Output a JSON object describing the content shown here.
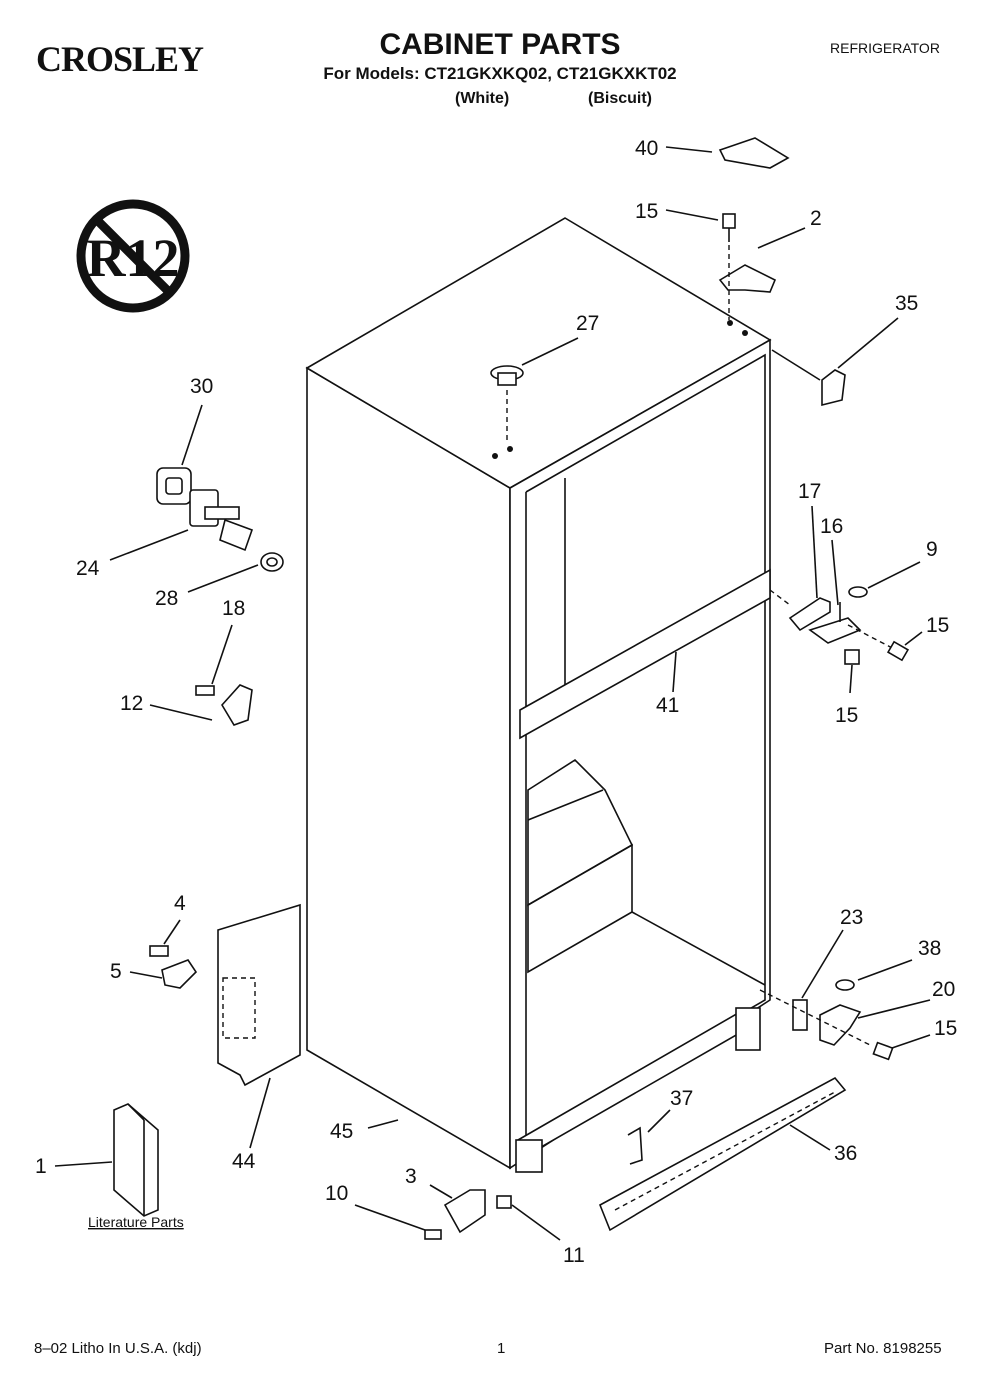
{
  "header": {
    "brand": "CROSLEY",
    "title": "CABINET PARTS",
    "subtitle": "For Models: CT21GKXKQ02, CT21GKXKT02",
    "variant_white": "(White)",
    "variant_biscuit": "(Biscuit)",
    "category": "REFRIGERATOR"
  },
  "badge": {
    "text": "R12"
  },
  "callouts": {
    "c1": "1",
    "c2": "2",
    "c3": "3",
    "c4": "4",
    "c5": "5",
    "c9": "9",
    "c10": "10",
    "c11": "11",
    "c12": "12",
    "c15a": "15",
    "c15b": "15",
    "c15c": "15",
    "c15d": "15",
    "c16": "16",
    "c17": "17",
    "c18": "18",
    "c20": "20",
    "c23": "23",
    "c24": "24",
    "c27": "27",
    "c28": "28",
    "c30": "30",
    "c35": "35",
    "c36": "36",
    "c37": "37",
    "c38": "38",
    "c40": "40",
    "c41": "41",
    "c44": "44",
    "c45": "45"
  },
  "literature_label": "Literature Parts",
  "footer": {
    "left": "8–02 Litho In U.S.A. (kdj)",
    "page": "1",
    "part_no": "Part No. 8198255"
  }
}
